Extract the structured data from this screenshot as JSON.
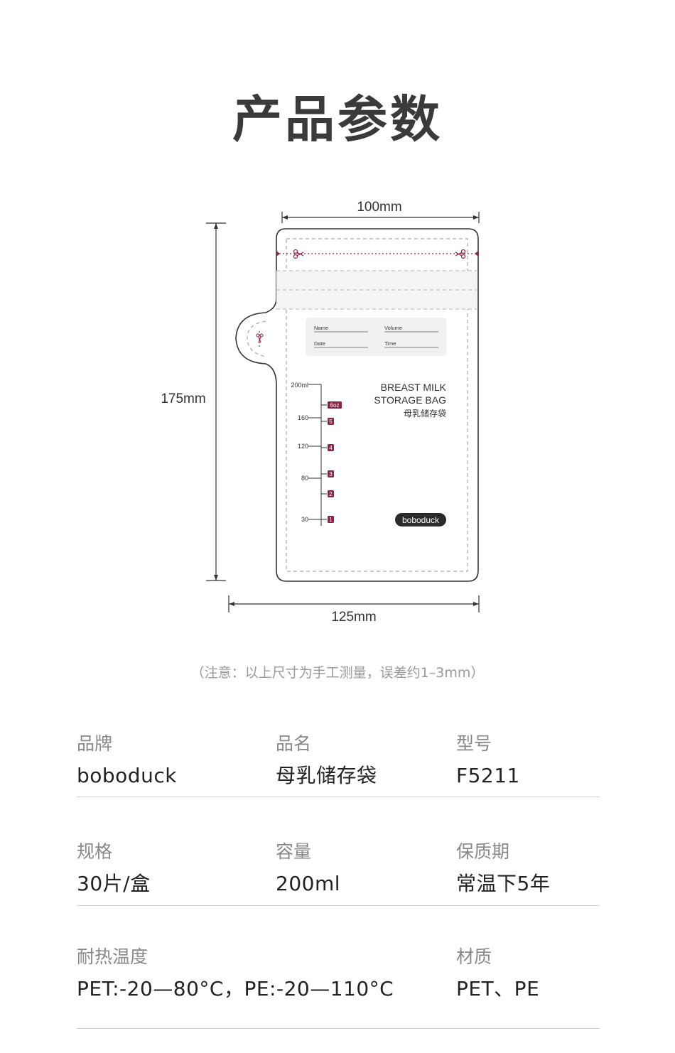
{
  "page": {
    "title": "产品参数"
  },
  "dimensions": {
    "top_width": "100mm",
    "height": "175mm",
    "bottom_width": "125mm"
  },
  "bag": {
    "fields": {
      "name": "Name",
      "volume": "Volume",
      "date": "Date",
      "time": "Time"
    },
    "title_line1": "BREAST MILK",
    "title_line2": "STORAGE BAG",
    "title_cn": "母乳储存袋",
    "brand_badge": "boboduck",
    "scale_ml": [
      "200ml",
      "160",
      "120",
      "80",
      "30"
    ],
    "scale_oz": [
      "6oz",
      "5",
      "4",
      "3",
      "2",
      "1"
    ]
  },
  "note": "（注意：以上尺寸为手工测量，误差约1–3mm）",
  "specs": {
    "brand": {
      "label": "品牌",
      "value": "boboduck"
    },
    "product_name": {
      "label": "品名",
      "value": "母乳储存袋"
    },
    "model": {
      "label": "型号",
      "value": "F5211"
    },
    "pack": {
      "label": "规格",
      "value": "30片/盒"
    },
    "capacity": {
      "label": "容量",
      "value": "200ml"
    },
    "shelf_life": {
      "label": "保质期",
      "value": "常温下5年"
    },
    "heat_resistance": {
      "label": "耐热温度",
      "value": "PET:-20—80°C，PE:-20—110°C"
    },
    "material": {
      "label": "材质",
      "value": "PET、PE"
    }
  },
  "colors": {
    "accent": "#8b2446",
    "text_dark": "#3a3a3a",
    "label_gray": "#888888",
    "divider": "#cfcfcf"
  }
}
